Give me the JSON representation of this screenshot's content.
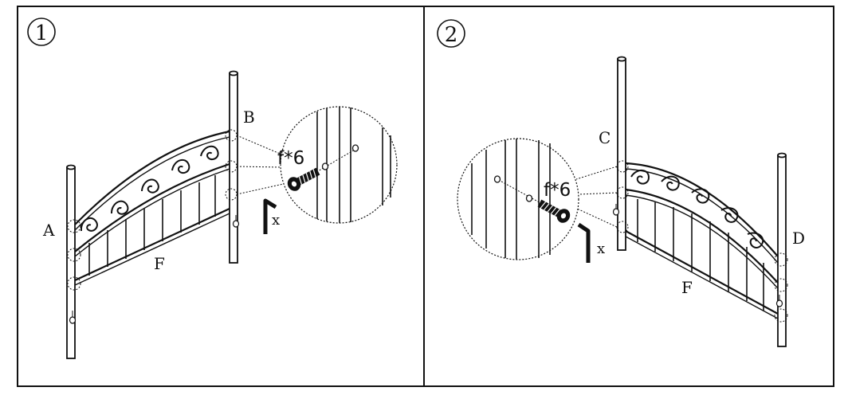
{
  "panels": [
    {
      "step": "1",
      "parts": {
        "post_left": "A",
        "post_right": "B",
        "frame": "F"
      },
      "bolt": "f*6",
      "tool": "x"
    },
    {
      "step": "2",
      "parts": {
        "post_left": "C",
        "post_right": "D",
        "frame": "F"
      },
      "bolt": "f*6",
      "tool": "x"
    }
  ],
  "colors": {
    "line": "#111111",
    "background": "#ffffff"
  }
}
